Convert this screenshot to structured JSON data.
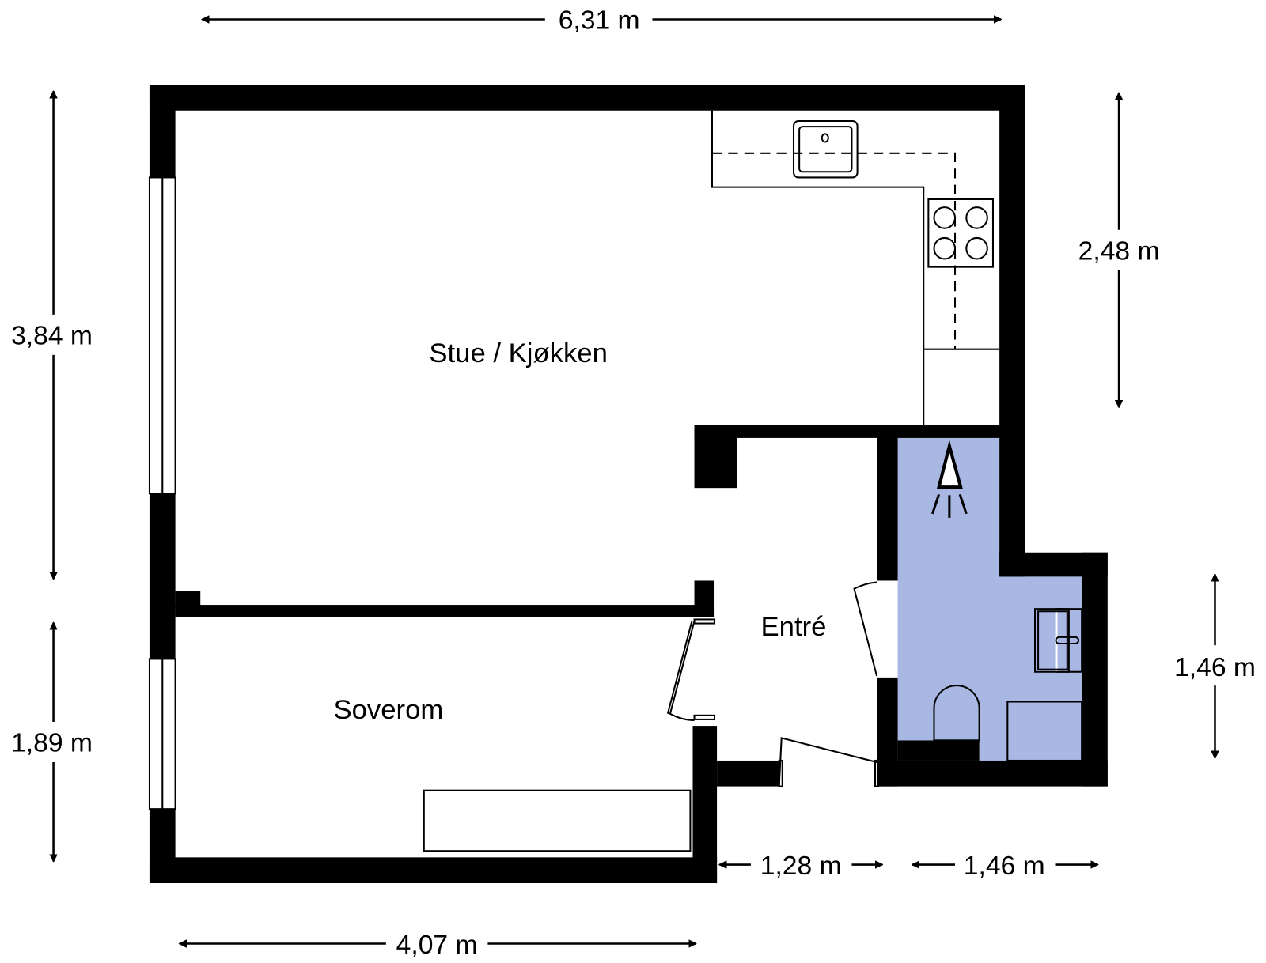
{
  "rooms": {
    "living_kitchen": "Stue / Kjøkken",
    "bedroom": "Soverom",
    "entry": "Entré"
  },
  "dimensions": {
    "top_width": "6,31 m",
    "left_upper_height": "3,84 m",
    "left_lower_height": "1,89 m",
    "right_upper_height": "2,48 m",
    "right_lower_height": "1,46 m",
    "bottom_entry_width": "1,28 m",
    "bottom_bath_width": "1,46 m",
    "bottom_bedroom_width": "4,07 m"
  },
  "colors": {
    "bathroom_fill": "#a8b8e2",
    "walls": "#000000"
  },
  "icons": [
    "sink-icon",
    "stove-icon",
    "shower-icon",
    "washbasin-icon",
    "toilet-icon"
  ]
}
